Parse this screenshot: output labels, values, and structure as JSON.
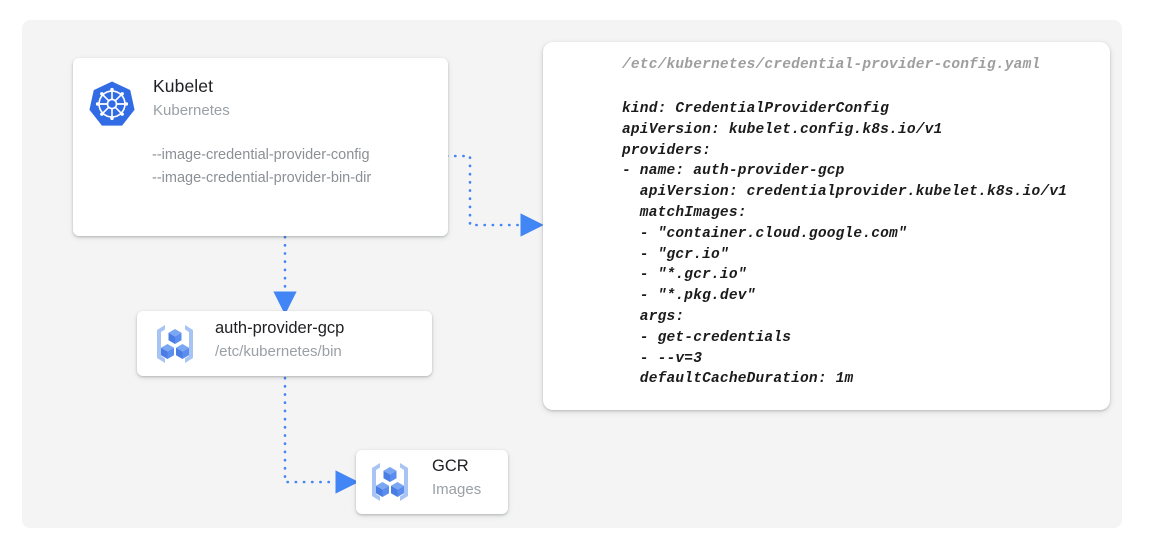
{
  "theme": {
    "page_bg": "#ffffff",
    "canvas_bg": "#f4f4f4",
    "card_bg": "#ffffff",
    "accent_blue": "#4285f4",
    "kubernetes_blue": "#326ce5",
    "gcp_icon_blue": "#5b8def",
    "gcp_icon_light": "#a8c4f5",
    "title_text": "#202124",
    "muted_text": "#9aa0a6",
    "flag_text": "#8b9096",
    "code_text": "#1b1b1b",
    "code_filename_text": "#9e9e9e"
  },
  "kubelet_card": {
    "icon": "kubernetes-wheel-icon",
    "title": "Kubelet",
    "subtitle": "Kubernetes",
    "flags": [
      "--image-credential-provider-config",
      "--image-credential-provider-bin-dir"
    ]
  },
  "auth_provider_card": {
    "icon": "gcp-binary-cubes-icon",
    "title": "auth-provider-gcp",
    "subtitle": "/etc/kubernetes/bin"
  },
  "gcr_card": {
    "icon": "gcp-binary-cubes-icon",
    "title": "GCR",
    "subtitle": "Images"
  },
  "code_panel": {
    "filename": "/etc/kubernetes/credential-provider-config.yaml",
    "lines": [
      "kind: CredentialProviderConfig",
      "apiVersion: kubelet.config.k8s.io/v1",
      "providers:",
      "- name: auth-provider-gcp",
      "  apiVersion: credentialprovider.kubelet.k8s.io/v1",
      "  matchImages:",
      "  - \"container.cloud.google.com\"",
      "  - \"gcr.io\"",
      "  - \"*.gcr.io\"",
      "  - \"*.pkg.dev\"",
      "  args:",
      "  - get-credentials",
      "  - --v=3",
      "  defaultCacheDuration: 1m"
    ]
  },
  "connectors": [
    {
      "name": "kubelet-config-flag-to-code-panel",
      "style": "dotted",
      "color": "#4285f4",
      "from": "kubelet-card.flag-config",
      "to": "code-panel"
    },
    {
      "name": "kubelet-to-auth-provider",
      "style": "dotted",
      "color": "#4285f4",
      "from": "kubelet-card",
      "to": "auth-provider-card"
    },
    {
      "name": "auth-provider-to-gcr",
      "style": "dotted",
      "color": "#4285f4",
      "from": "auth-provider-card",
      "to": "gcr-card"
    }
  ]
}
